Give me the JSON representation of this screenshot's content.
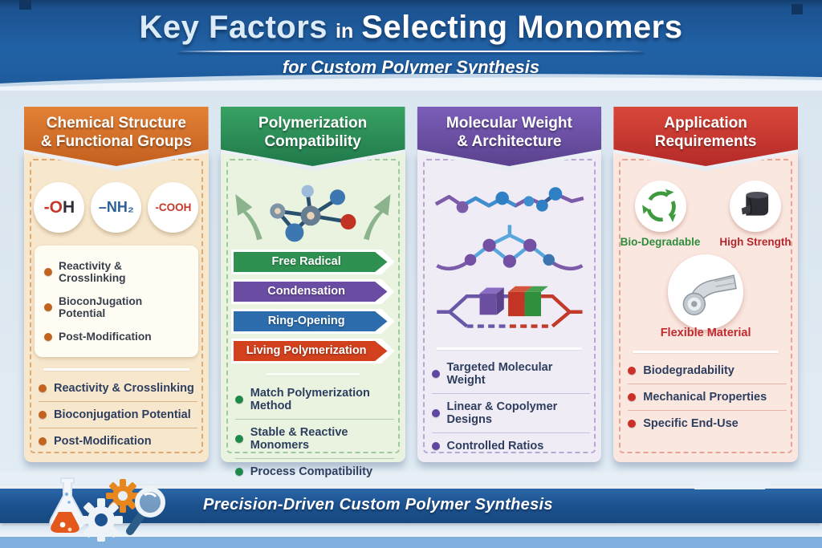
{
  "header": {
    "title_main": "Key Factors",
    "title_connector": "in",
    "title_rest": "Selecting Monomers",
    "subtitle": "for Custom Polymer Synthesis"
  },
  "colors": {
    "banner_blue": "#1e5899",
    "background": "#dce8f1",
    "footer_ribbon": "#1d5290",
    "bottom_strip": "#7fb0de"
  },
  "columns": [
    {
      "title_line1": "Chemical Structure",
      "title_line2": "& Functional Groups",
      "theme": {
        "header": "#d4712b",
        "body": "#f7e7cd",
        "dot": "#c2641f"
      },
      "functional_groups": [
        {
          "part1": "-O",
          "color1": "#c6392a",
          "part2": "H",
          "color2": "#2e2e3a"
        },
        {
          "part1": "–NH₂",
          "color1": "#2b5f98",
          "part2": "",
          "color2": ""
        },
        {
          "part1": "-COOH",
          "color1": "#c6392a",
          "part2": "",
          "color2": ""
        }
      ],
      "box_items": [
        "Reactivity & Crosslinking",
        "BioconJugation Potential",
        "Post-Modification"
      ],
      "list_items": [
        "Reactivity & Crosslinking",
        "Bioconjugation Potential",
        "Post-Modification"
      ]
    },
    {
      "title_line1": "Polymerization",
      "title_line2": "Compatibility",
      "theme": {
        "header": "#2e9055",
        "body": "#e9f3df",
        "dot": "#1e8a4a"
      },
      "banners": [
        {
          "label": "Free Radical",
          "color": "#2e9151"
        },
        {
          "label": "Condensation",
          "color": "#6a4da2"
        },
        {
          "label": "Ring-Opening",
          "color": "#2d6dad"
        },
        {
          "label": "Living Polymerization",
          "color": "#d2401d"
        }
      ],
      "list_items": [
        "Match Polymerization Method",
        "Stable & Reactive Monomers",
        "Process Compatibility"
      ]
    },
    {
      "title_line1": "Molecular Weight",
      "title_line2": "& Architecture",
      "theme": {
        "header": "#6a4fa0",
        "body": "#f0ecf6",
        "dot": "#5d47a0"
      },
      "list_items": [
        "Targeted Molecular Weight",
        "Linear & Copolymer Designs",
        "Controlled Ratios"
      ]
    },
    {
      "title_line1": "Application",
      "title_line2": "Requirements",
      "theme": {
        "header": "#cf3a33",
        "body": "#fae7e0",
        "dot": "#cc2f28"
      },
      "application_tags": [
        {
          "label": "Bio-Degradable",
          "color": "#2e8b3c"
        },
        {
          "label": "High Strength",
          "color": "#b5272d"
        },
        {
          "label": "Flexible Material",
          "color": "#c02a2e"
        }
      ],
      "list_items": [
        "Biodegradability",
        "Mechanical Properties",
        "Specific End-Use"
      ]
    }
  ],
  "footer": {
    "tagline": "Precision-Driven Custom Polymer Synthesis"
  }
}
